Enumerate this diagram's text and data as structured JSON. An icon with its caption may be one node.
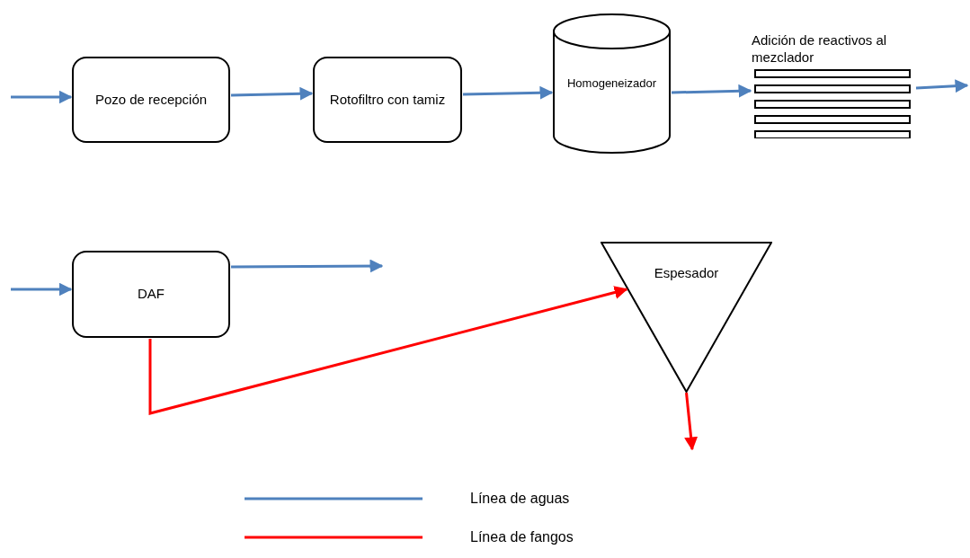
{
  "diagram": {
    "nodes": [
      {
        "text": [
          "Pozo de recepción"
        ]
      },
      {
        "text": [
          "Rotofiltro con tamiz"
        ]
      },
      {
        "text": [
          "Homogeneizador"
        ]
      },
      {
        "text": [
          "Adición de reactivos al mezclador"
        ]
      },
      {
        "text": [
          "DAF"
        ]
      },
      {
        "text": [
          "Espesador"
        ]
      }
    ],
    "edges": [
      {
        "from": null,
        "to": 0,
        "arrow": "to"
      },
      {
        "from": 0,
        "to": 1,
        "arrow": "to"
      },
      {
        "from": 1,
        "to": 2,
        "arrow": "to"
      },
      {
        "from": 2,
        "to": 3,
        "arrow": "to"
      },
      {
        "from": 3,
        "to": null,
        "arrow": "to"
      },
      {
        "from": null,
        "to": 4,
        "arrow": "to"
      },
      {
        "from": 4,
        "to": null,
        "arrow": "to"
      },
      {
        "from": 4,
        "to": 5,
        "arrow": "to",
        "color": "#ff0000"
      },
      {
        "from": 5,
        "to": null,
        "arrow": "to",
        "color": "#ff0000"
      }
    ],
    "legend": [
      {
        "text": "Línea de aguas"
      },
      {
        "text": "Línea de fangos"
      }
    ]
  }
}
